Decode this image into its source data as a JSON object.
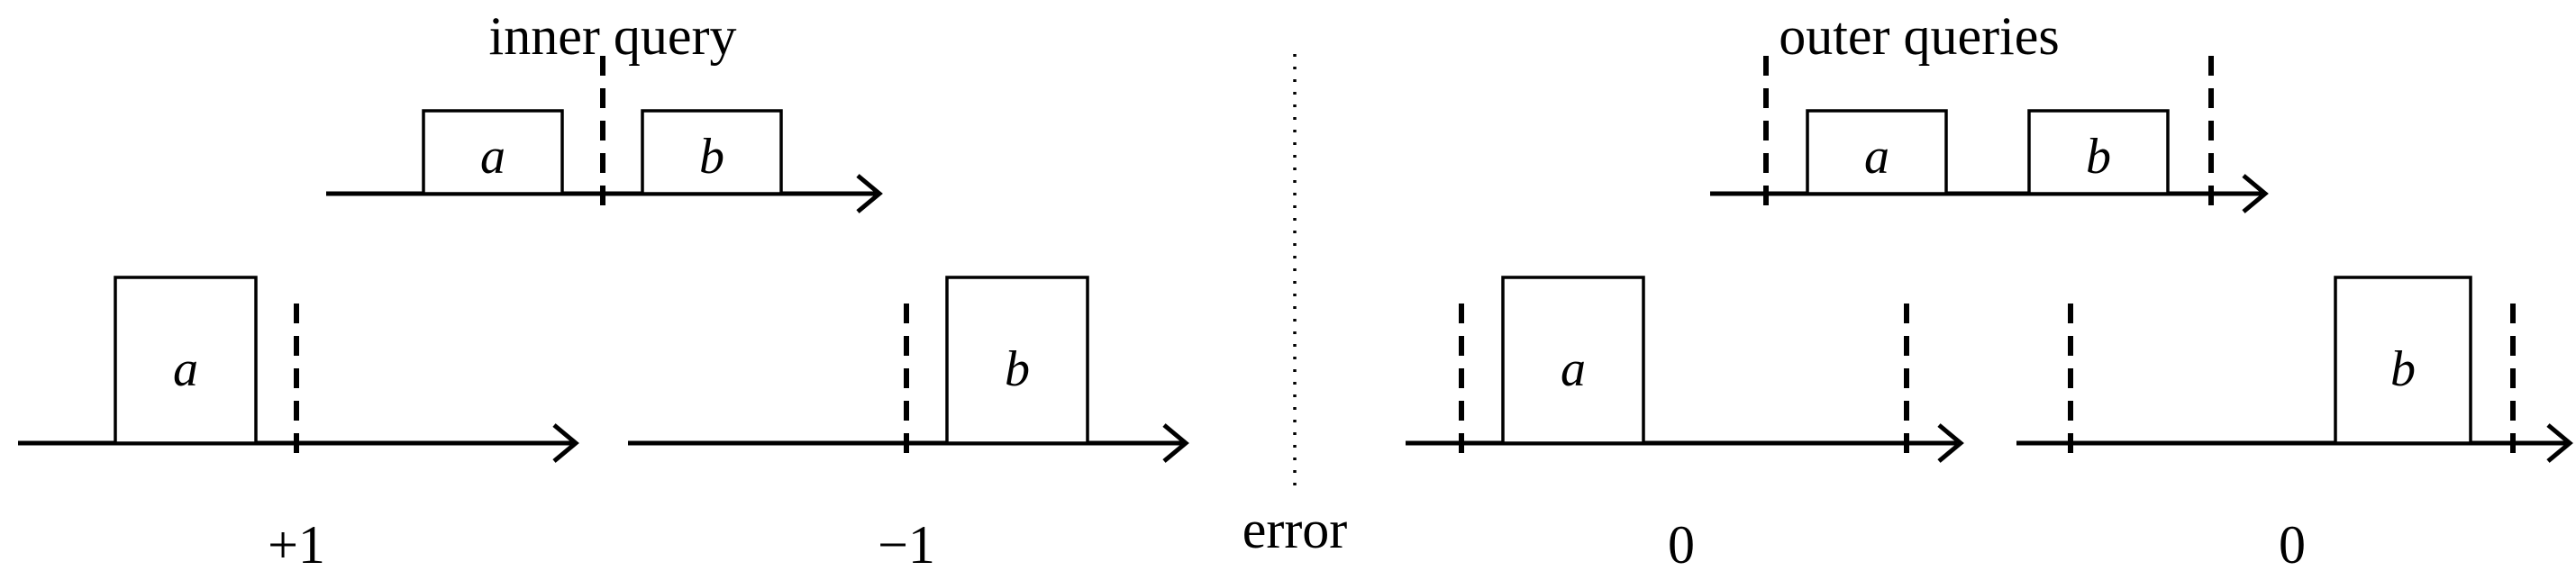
{
  "left_panel": {
    "title": "inner query",
    "top_boxes": [
      "a",
      "b"
    ],
    "bottom_left": {
      "box": "a",
      "result": "+1"
    },
    "bottom_right": {
      "box": "b",
      "result": "−1"
    }
  },
  "divider": {
    "label": "error"
  },
  "right_panel": {
    "title": "outer queries",
    "top_boxes": [
      "a",
      "b"
    ],
    "bottom_left": {
      "box": "a",
      "result": "0"
    },
    "bottom_right": {
      "box": "b",
      "result": "0"
    }
  }
}
